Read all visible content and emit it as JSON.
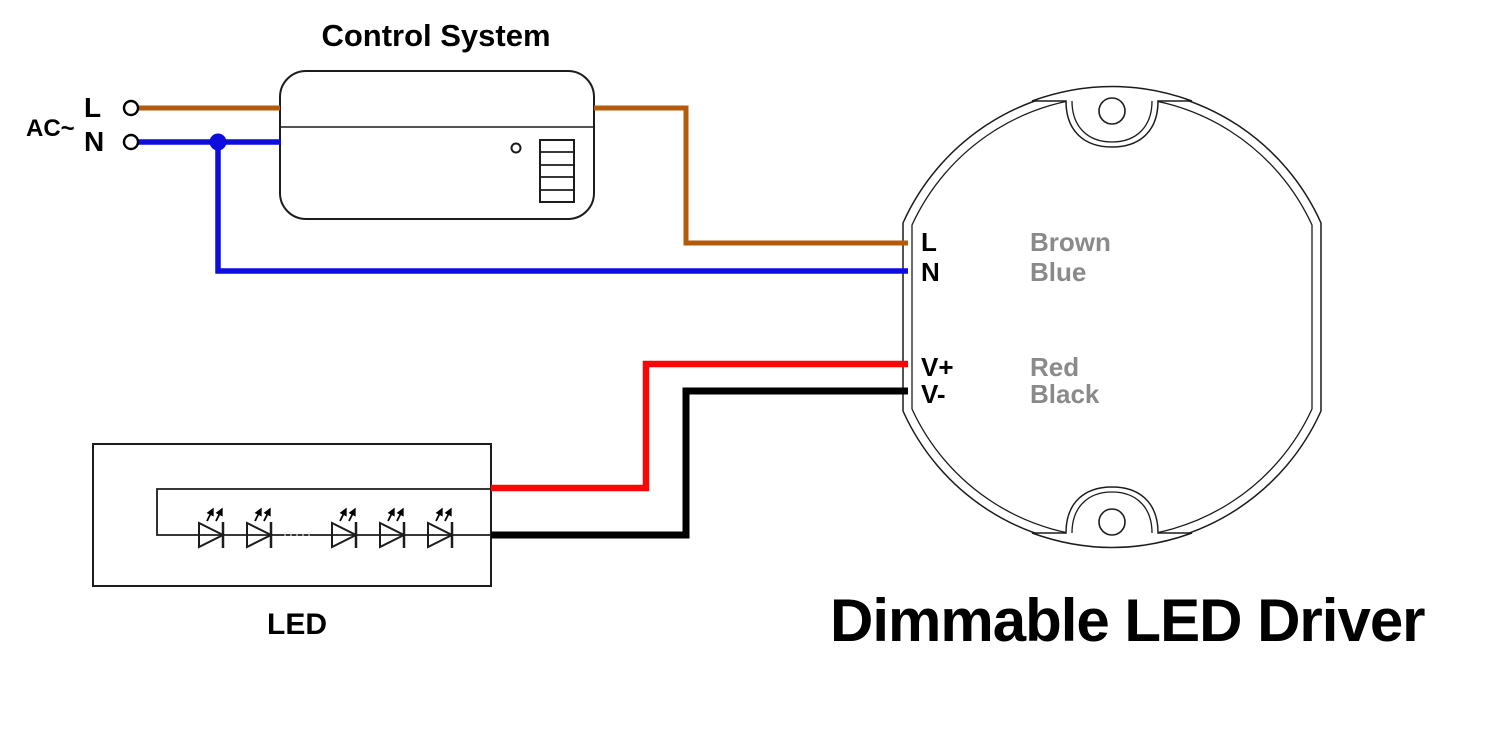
{
  "diagram": {
    "ac_input": {
      "label": "AC~",
      "line_terminal": "L",
      "neutral_terminal": "N"
    },
    "control_system": {
      "title": "Control System"
    },
    "driver": {
      "title": "Dimmable LED Driver",
      "terminals": [
        {
          "name": "L",
          "wire": "Brown"
        },
        {
          "name": "N",
          "wire": "Blue"
        },
        {
          "name": "V+",
          "wire": "Red"
        },
        {
          "name": "V-",
          "wire": "Black"
        }
      ]
    },
    "led": {
      "label": "LED",
      "diodes_shown": 5
    }
  },
  "colors": {
    "brown": "#b35a0b",
    "blue": "#0d0ddd",
    "red": "#f90606",
    "black": "#000000",
    "outline": "#1c1c1c",
    "gray_label": "#8a8a8a",
    "background": "#ffffff"
  }
}
